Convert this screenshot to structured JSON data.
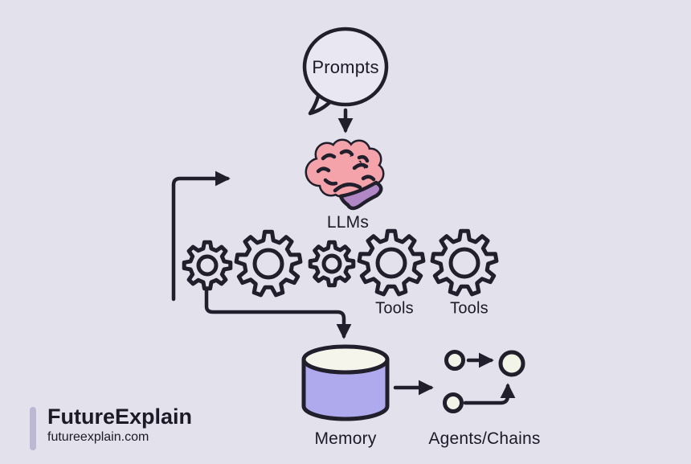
{
  "colors": {
    "bg": "#e3e1ec",
    "ink": "#211f2b",
    "text": "#1c1a26",
    "pink": "#f5a3ab",
    "purple": "#b287c6",
    "mem-body": "#aeaaed",
    "cream": "#f6f5ec",
    "node-fill": "#f2f4e8",
    "bubble-fill": "#e9e7f2",
    "bar": "#bcb8d4"
  },
  "diagram": {
    "nodes": {
      "prompts": {
        "label": "Prompts",
        "icon": "speech-bubble-icon"
      },
      "llms": {
        "label": "LLMs",
        "icon": "brain-icon"
      },
      "tools": {
        "label_1": "Tools",
        "label_2": "Tools",
        "icon": "gear-icon",
        "gear_count": 5
      },
      "memory": {
        "label": "Memory",
        "icon": "database-cylinder-icon"
      },
      "agents_chains": {
        "label": "Agents/Chains",
        "icon": "chain-nodes-icon"
      }
    },
    "connections": [
      "Prompts -> LLMs",
      "Tools -> LLMs (feedback loop)",
      "Tools -> Memory",
      "Memory -> Agents/Chains"
    ]
  },
  "branding": {
    "name": "FutureExplain",
    "website": "futureexplain.com"
  }
}
